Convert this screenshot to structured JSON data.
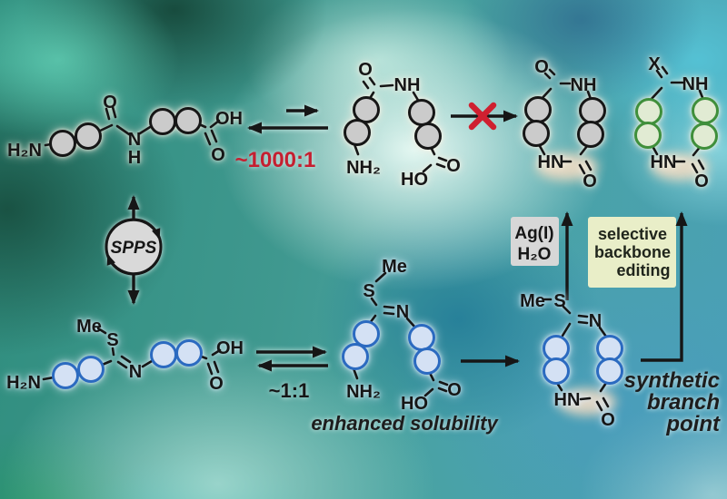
{
  "figure": {
    "labels": {
      "h2n": "H₂N",
      "nh2": "NH₂",
      "nh": "NH",
      "hn": "HN",
      "n": "N",
      "h": "H",
      "o": "O",
      "oh": "OH",
      "ho": "HO",
      "s": "S",
      "me": "Me",
      "x": "X",
      "spps": "SPPS",
      "ratio_top": "~1000:1",
      "ratio_bottom": "~1:1",
      "ag": "Ag(I)",
      "h2o": "H₂O",
      "selective_1": "selective",
      "selective_2": "backbone",
      "selective_3": "editing",
      "enhanced": "enhanced solubility",
      "branch_1": "synthetic",
      "branch_2": "branch",
      "branch_3": "point"
    },
    "colors": {
      "ratio_red": "#c51f30",
      "cross_red": "#cf2030",
      "gray_fill": "#cbcbcb",
      "blue_fill": "#d4e1f4",
      "green_fill": "#e1ebd3",
      "ag_box": "#d7d7d7",
      "editing_box": "#e9eec8",
      "spps_fill": "#d9d9d9"
    }
  }
}
